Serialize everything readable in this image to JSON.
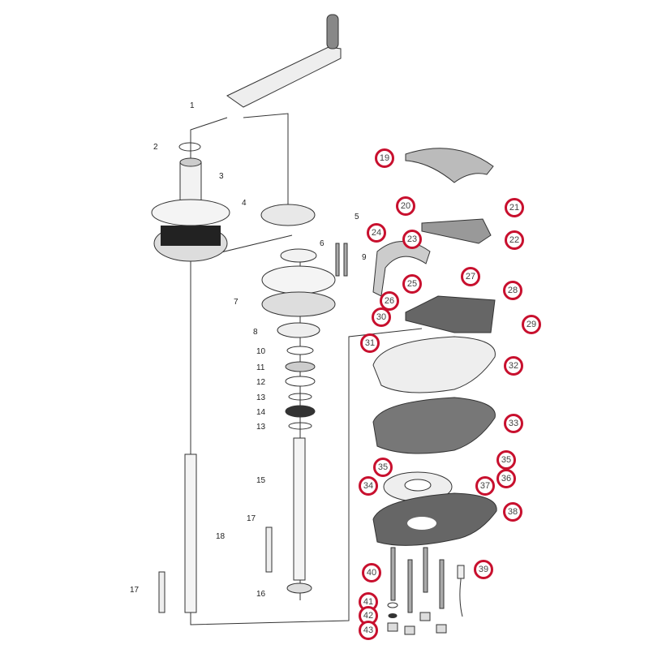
{
  "title": "Winch exploded parts diagram",
  "accent_color": "#c8102e",
  "plain_labels": [
    "1",
    "2",
    "3",
    "4",
    "5",
    "6",
    "9",
    "7",
    "8",
    "10",
    "11",
    "12",
    "13",
    "14",
    "13",
    "15",
    "17",
    "18",
    "17",
    "16"
  ],
  "callouts": [
    "19",
    "20",
    "21",
    "22",
    "23",
    "24",
    "25",
    "26",
    "27",
    "28",
    "29",
    "30",
    "31",
    "32",
    "33",
    "35",
    "35",
    "36",
    "37",
    "34",
    "38",
    "39",
    "40",
    "41",
    "42",
    "43"
  ]
}
